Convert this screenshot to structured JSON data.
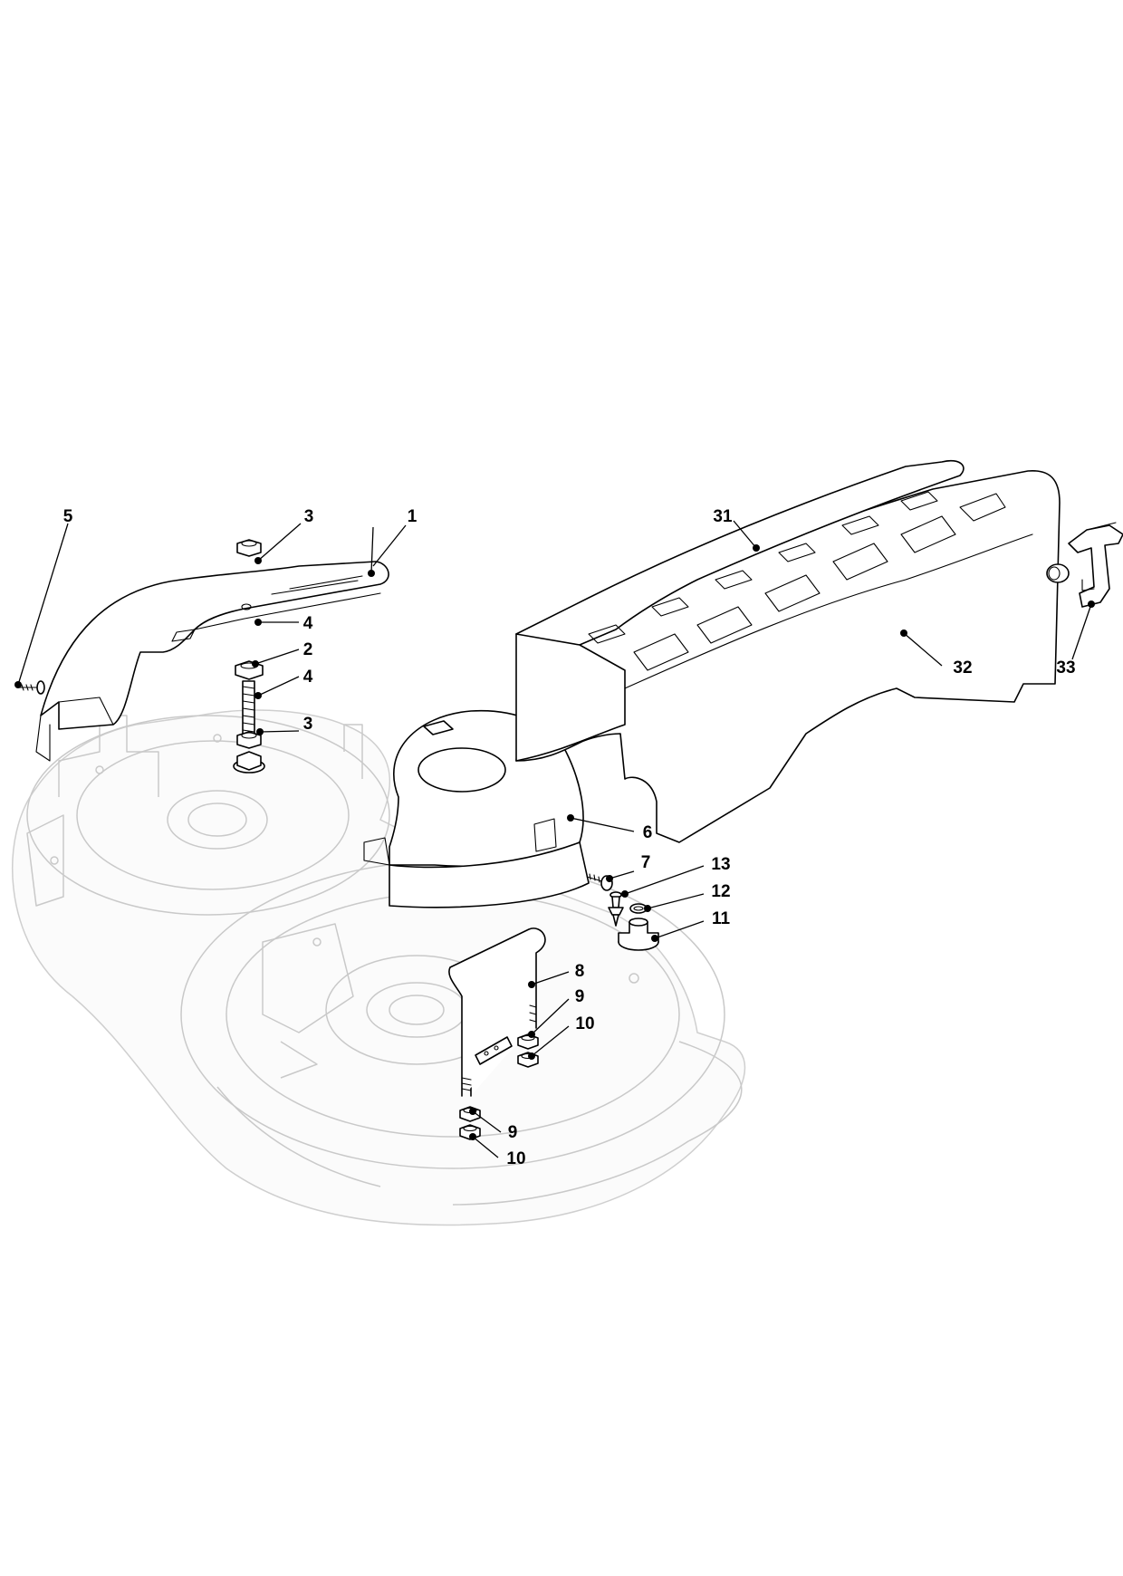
{
  "callouts": [
    {
      "id": "c1",
      "label": "1"
    },
    {
      "id": "c2",
      "label": "2"
    },
    {
      "id": "c3a",
      "label": "3"
    },
    {
      "id": "c3b",
      "label": "3"
    },
    {
      "id": "c4a",
      "label": "4"
    },
    {
      "id": "c4b",
      "label": "4"
    },
    {
      "id": "c5",
      "label": "5"
    },
    {
      "id": "c6",
      "label": "6"
    },
    {
      "id": "c7",
      "label": "7"
    },
    {
      "id": "c8",
      "label": "8"
    },
    {
      "id": "c9a",
      "label": "9"
    },
    {
      "id": "c9b",
      "label": "9"
    },
    {
      "id": "c10a",
      "label": "10"
    },
    {
      "id": "c10b",
      "label": "10"
    },
    {
      "id": "c11",
      "label": "11"
    },
    {
      "id": "c12",
      "label": "12"
    },
    {
      "id": "c13",
      "label": "13"
    },
    {
      "id": "c31",
      "label": "31"
    },
    {
      "id": "c32",
      "label": "32"
    },
    {
      "id": "c33",
      "label": "33"
    }
  ]
}
